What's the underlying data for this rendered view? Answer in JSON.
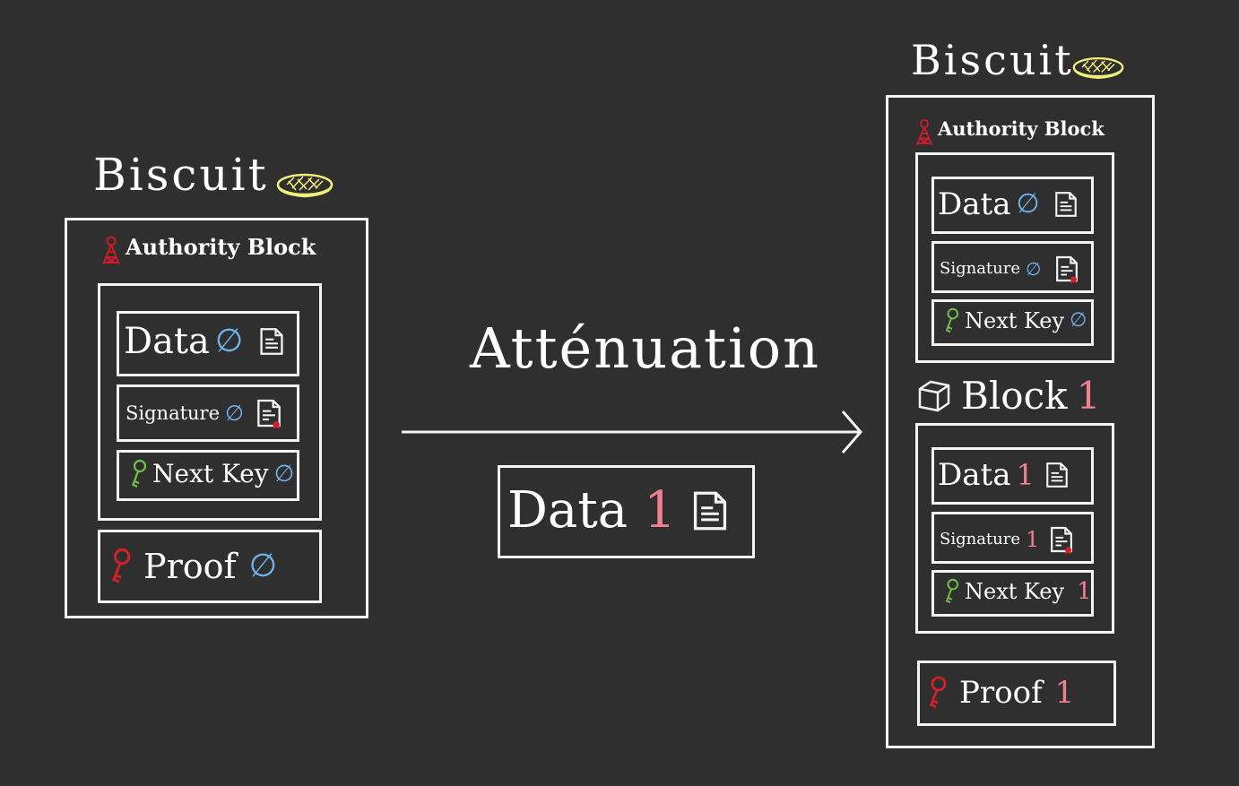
{
  "colors": {
    "background": "#2f2f2f",
    "stroke": "#f4f4f4",
    "blue_num": "#6fb2ee",
    "pink_num": "#f08090",
    "green_key": "#6fc24a",
    "red_key": "#d0202a",
    "coin": "#f2f07a"
  },
  "icons": [
    "biscuit-coin-icon",
    "authority-tower-icon",
    "document-icon",
    "signed-document-icon",
    "key-icon",
    "cube-icon",
    "arrow-icon"
  ],
  "left": {
    "title": "Biscuit",
    "authority_label": "Authority Block",
    "data_label": "Data",
    "data_num": "∅",
    "signature_label": "Signature",
    "signature_num": "∅",
    "nextkey_label": "Next Key",
    "nextkey_num": "∅",
    "proof_label": "Proof",
    "proof_num": "∅"
  },
  "middle": {
    "title": "Atténuation",
    "data_label": "Data",
    "data_num": "1"
  },
  "right": {
    "title": "Biscuit",
    "authority_label": "Authority Block",
    "auth_data_label": "Data",
    "auth_data_num": "∅",
    "auth_signature_label": "Signature",
    "auth_signature_num": "∅",
    "auth_nextkey_label": "Next Key",
    "auth_nextkey_num": "∅",
    "block_label": "Block",
    "block_num": "1",
    "b1_data_label": "Data",
    "b1_data_num": "1",
    "b1_signature_label": "Signature",
    "b1_signature_num": "1",
    "b1_nextkey_label": "Next Key",
    "b1_nextkey_num": "1",
    "proof_label": "Proof",
    "proof_num": "1"
  }
}
